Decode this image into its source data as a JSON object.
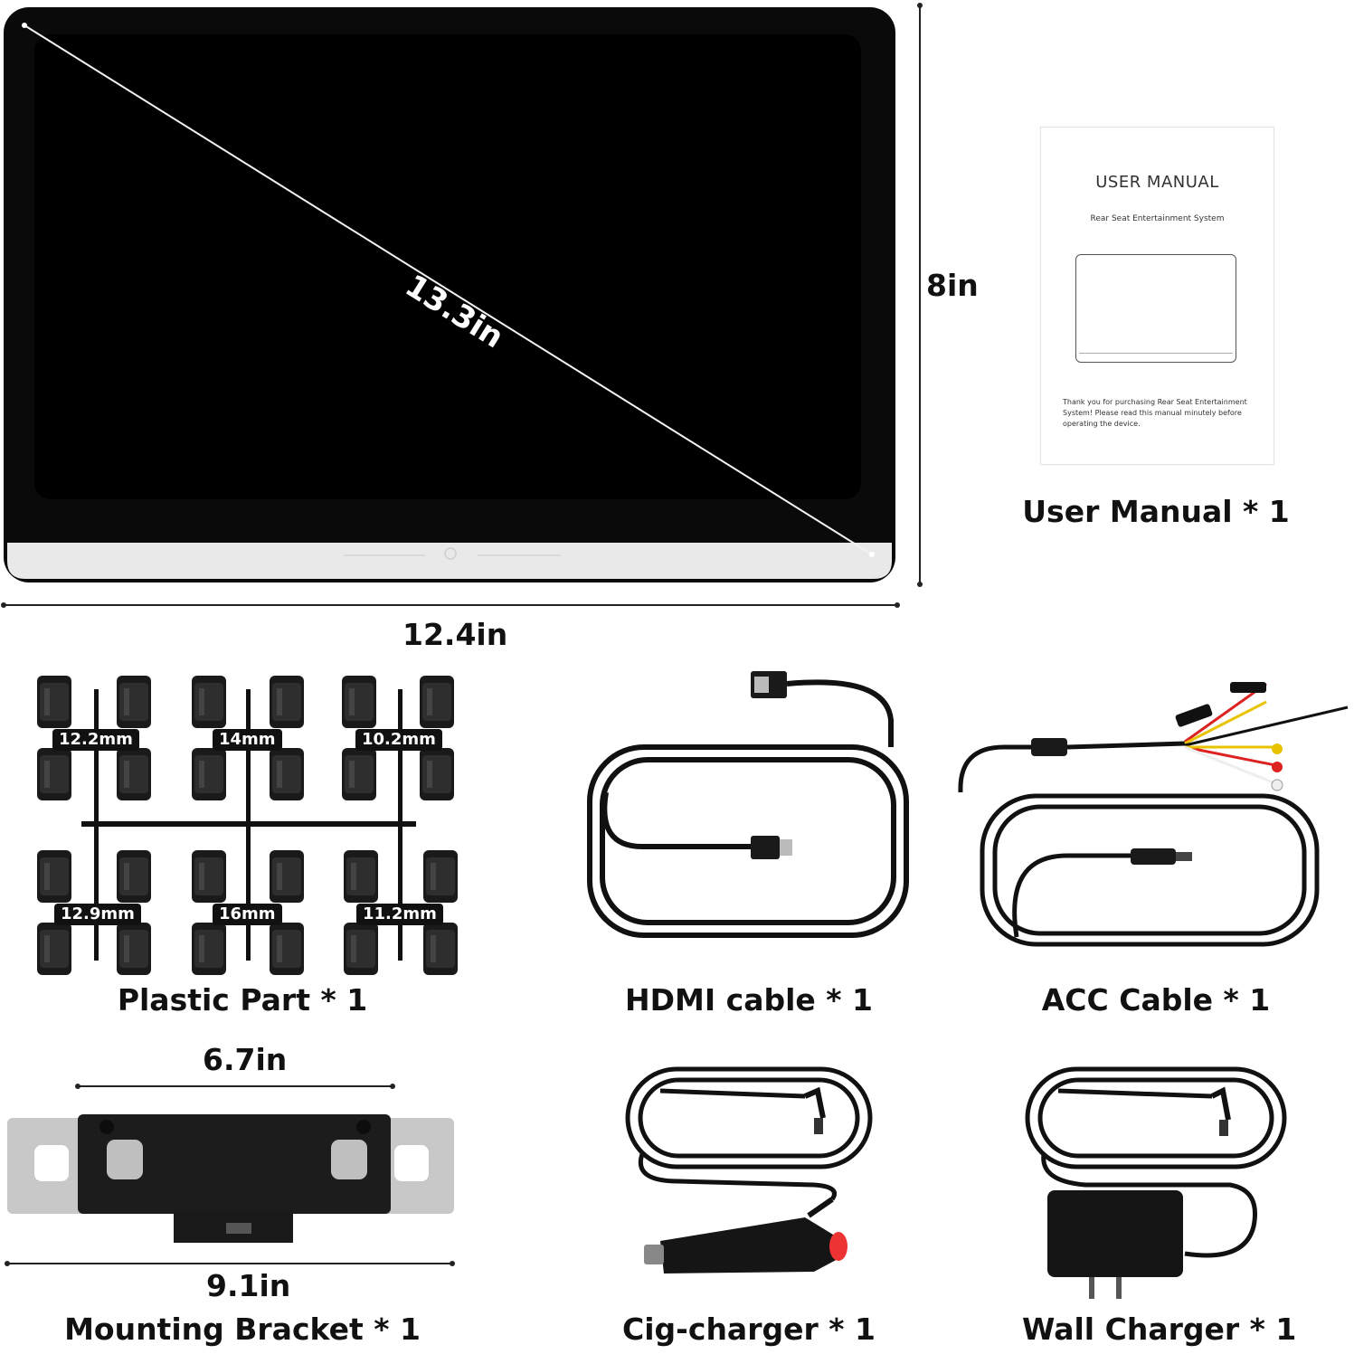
{
  "monitor": {
    "diagonal": "13.3in",
    "height": "8in",
    "width": "12.4in"
  },
  "manual_cover": {
    "title": "USER MANUAL",
    "subtitle": "Rear Seat Entertainment System",
    "note": "Thank you for purchasing Rear Seat Entertainment System! Please read this manual minutely before operating the device."
  },
  "items": {
    "user_manual": "User Manual * 1",
    "plastic_part": "Plastic Part * 1",
    "hdmi_cable": "HDMI cable * 1",
    "acc_cable": "ACC Cable * 1",
    "mounting_bracket": "Mounting Bracket * 1",
    "cig_charger": "Cig-charger  * 1",
    "wall_charger": "Wall Charger * 1"
  },
  "plastic_sizes": [
    "12.2mm",
    "14mm",
    "10.2mm",
    "12.9mm",
    "16mm",
    "11.2mm"
  ],
  "bracket": {
    "inner_width": "6.7in",
    "outer_width": "9.1in"
  },
  "colors": {
    "ink": "#111111",
    "screen": "#000000",
    "bezel": "#e8e8e8",
    "dim_line": "#222222"
  }
}
